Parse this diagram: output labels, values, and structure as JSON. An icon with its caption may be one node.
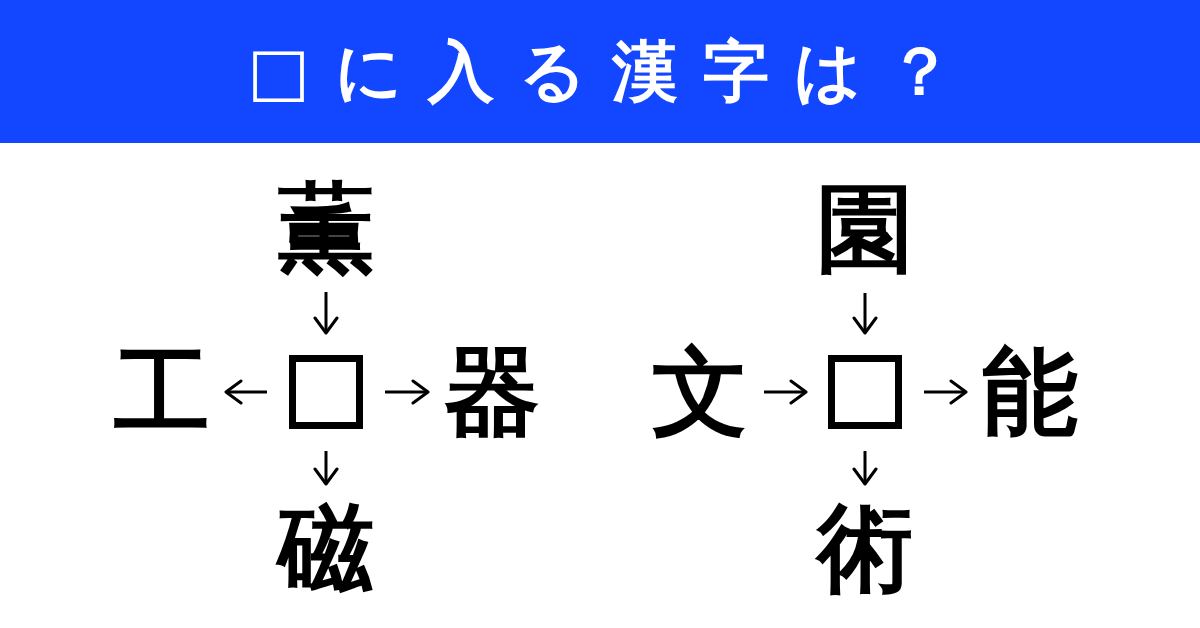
{
  "diagram": {
    "title": "□に入る漢字は？",
    "nodes": [
      {
        "text": [
          "薫"
        ]
      },
      {
        "text": [
          "工"
        ]
      },
      {
        "text": [],
        "shape": "box"
      },
      {
        "text": [
          "器"
        ]
      },
      {
        "text": [
          "磁"
        ]
      },
      {
        "text": [
          "園"
        ]
      },
      {
        "text": [
          "文"
        ]
      },
      {
        "text": [],
        "shape": "box"
      },
      {
        "text": [
          "能"
        ]
      },
      {
        "text": [
          "術"
        ]
      }
    ],
    "edges": [
      {
        "from": 0,
        "to": 2,
        "arrow": "to"
      },
      {
        "from": 2,
        "to": 1,
        "arrow": "to"
      },
      {
        "from": 2,
        "to": 3,
        "arrow": "to"
      },
      {
        "from": 2,
        "to": 4,
        "arrow": "to"
      },
      {
        "from": 5,
        "to": 7,
        "arrow": "to"
      },
      {
        "from": 6,
        "to": 7,
        "arrow": "to"
      },
      {
        "from": 7,
        "to": 8,
        "arrow": "to"
      },
      {
        "from": 7,
        "to": 9,
        "arrow": "to"
      }
    ]
  }
}
